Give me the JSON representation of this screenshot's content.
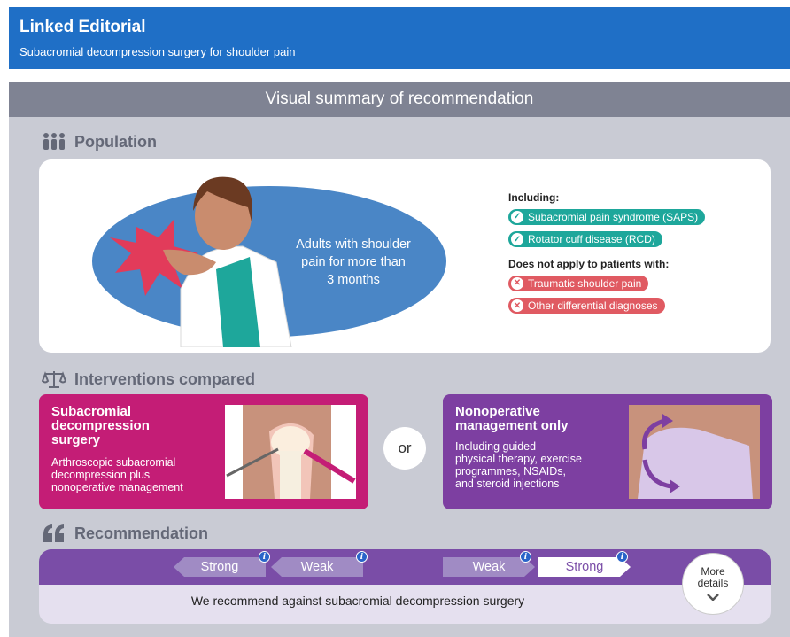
{
  "header": {
    "title": "Linked Editorial",
    "subtitle": "Subacromial decompression surgery for shoulder pain"
  },
  "summary": {
    "title": "Visual summary of recommendation"
  },
  "population": {
    "heading": "Population",
    "description_lines": [
      "Adults with shoulder",
      "pain for more than",
      "3 months"
    ],
    "including_label": "Including:",
    "including": [
      "Subacromial pain syndrome (SAPS)",
      "Rotator cuff disease (RCD)"
    ],
    "excluding_label": "Does not apply to patients with:",
    "excluding": [
      "Traumatic shoulder pain",
      "Other differential diagnoses"
    ]
  },
  "interventions": {
    "heading": "Interventions compared",
    "surgery": {
      "title_lines": [
        "Subacromial",
        "decompression",
        "surgery"
      ],
      "desc_lines": [
        "Arthroscopic subacromial",
        "decompression plus",
        "nonoperative management"
      ]
    },
    "or_label": "or",
    "nonop": {
      "title_lines": [
        "Nonoperative",
        "management only"
      ],
      "desc_lines": [
        "Including guided",
        "physical therapy, exercise",
        "programmes, NSAIDs,",
        "and steroid injections"
      ]
    }
  },
  "recommendation": {
    "heading": "Recommendation",
    "options": [
      "Strong",
      "Weak",
      "Weak",
      "Strong"
    ],
    "info_symbol": "i",
    "text": "We recommend against subacromial decompression surgery",
    "more_lines": [
      "More",
      "details"
    ]
  },
  "colors": {
    "header_blue": "#1f6fc6",
    "surgery_magenta": "#c41d76",
    "nonop_purple": "#7d3fa1",
    "include_green": "#1ea79b",
    "exclude_red": "#e05a62",
    "rec_purple": "#7a4da7"
  },
  "icons": {
    "population": "people-icon",
    "interventions": "scales-icon",
    "recommendation": "quote-icon",
    "include": "check-icon",
    "exclude": "x-icon",
    "more": "chevron-down-icon"
  }
}
